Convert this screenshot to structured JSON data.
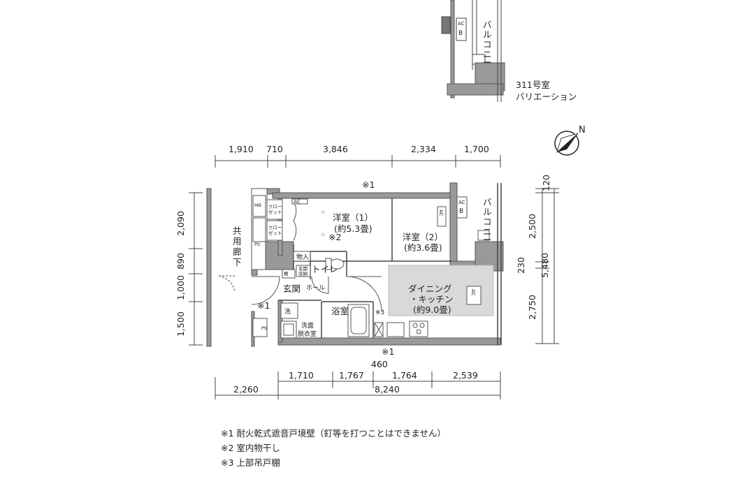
{
  "variation_label": [
    "311号室",
    "バリエーション"
  ],
  "compass": {
    "label": "N"
  },
  "top_dims": [
    "1,910",
    "710",
    "3,846",
    "2,334",
    "1,700"
  ],
  "bottom_dims_inner": [
    "1,710",
    "1,767",
    "1,764",
    "2,539"
  ],
  "bottom_dims_total": [
    "2,260",
    "8,240"
  ],
  "bottom_dim_460": "460",
  "left_dims": [
    "2,090",
    "890",
    "1,000",
    "1,500"
  ],
  "right_dims": [
    "120",
    "2,500",
    "230",
    "2,750"
  ],
  "right_total": "5,480",
  "marks": {
    "n1": "※1",
    "n2": "※2",
    "n3": "※3"
  },
  "rooms": {
    "western1": [
      "洋室（1）",
      "(約5.3畳)"
    ],
    "western2": [
      "洋室（2）",
      "(約3.6畳)"
    ],
    "dk": [
      "ダイニング",
      "・キッチン",
      "(約9.0畳)"
    ],
    "corridor": [
      "共",
      "用",
      "廊",
      "下"
    ],
    "balcony": [
      "バ",
      "ル",
      "コ",
      "ニ",
      "ー"
    ],
    "genkan": "玄関",
    "hall": "ホール",
    "toilet": "トイレ",
    "bath": "浴室",
    "senmen": [
      "洗面",
      "脱衣室"
    ],
    "sen": "洗",
    "monoire": "物入",
    "tana": "棚",
    "genkan_storage": [
      "玄関",
      "収納"
    ],
    "closet": [
      "クロー",
      "ゼット"
    ],
    "mb": "MB",
    "ps": "PS",
    "ac": "AC",
    "b": "B"
  },
  "notes": [
    "※1 耐火乾式遮音戸境壁（釘等を打つことはできません）",
    "※2 室内物干し",
    "※3 上部吊戸棚"
  ]
}
